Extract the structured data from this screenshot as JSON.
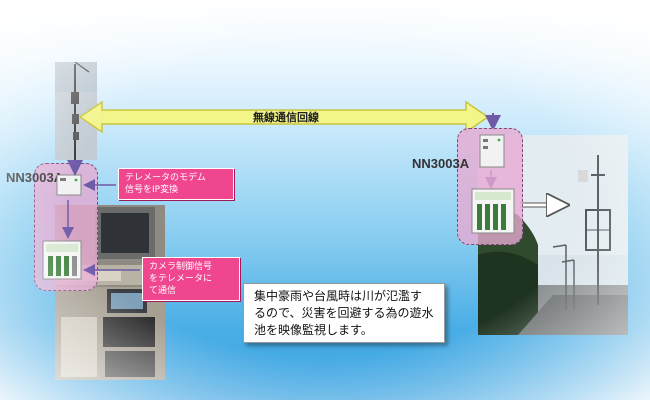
{
  "link": {
    "label": "無線通信回線"
  },
  "left_site": {
    "device_label": "NN3003A",
    "callout_modem": "テレメータのモデム\n信号をIP変換",
    "callout_camera": "カメラ制御信号\nをテレメータに\nて通信"
  },
  "right_site": {
    "device_label": "NN3003A"
  },
  "note": {
    "text": "集中豪雨や台風時は川が氾濫す\nるので、災害を回避する為の遊水\n池を映像監視します。"
  },
  "colors": {
    "arrow_fill": "#f2f58a",
    "arrow_stroke": "#c9c33c",
    "panel_pink": "#e6aad2",
    "callout_pink": "#f0458f",
    "connector_purple": "#6f5aa8"
  }
}
